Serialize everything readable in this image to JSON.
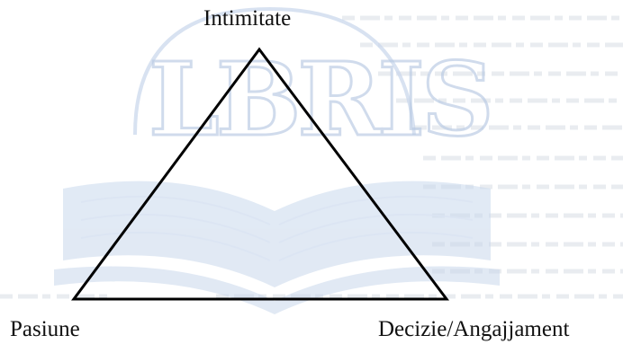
{
  "diagram": {
    "type": "triangle",
    "vertices": {
      "top": "Intimitate",
      "bottom_left": "Pasiune",
      "bottom_right": "Decizie/Angajjament"
    }
  },
  "watermark": {
    "text": "LBRIS",
    "color": "#b7c9e3"
  },
  "colors": {
    "line": "#000000",
    "background": "#ffffff"
  }
}
